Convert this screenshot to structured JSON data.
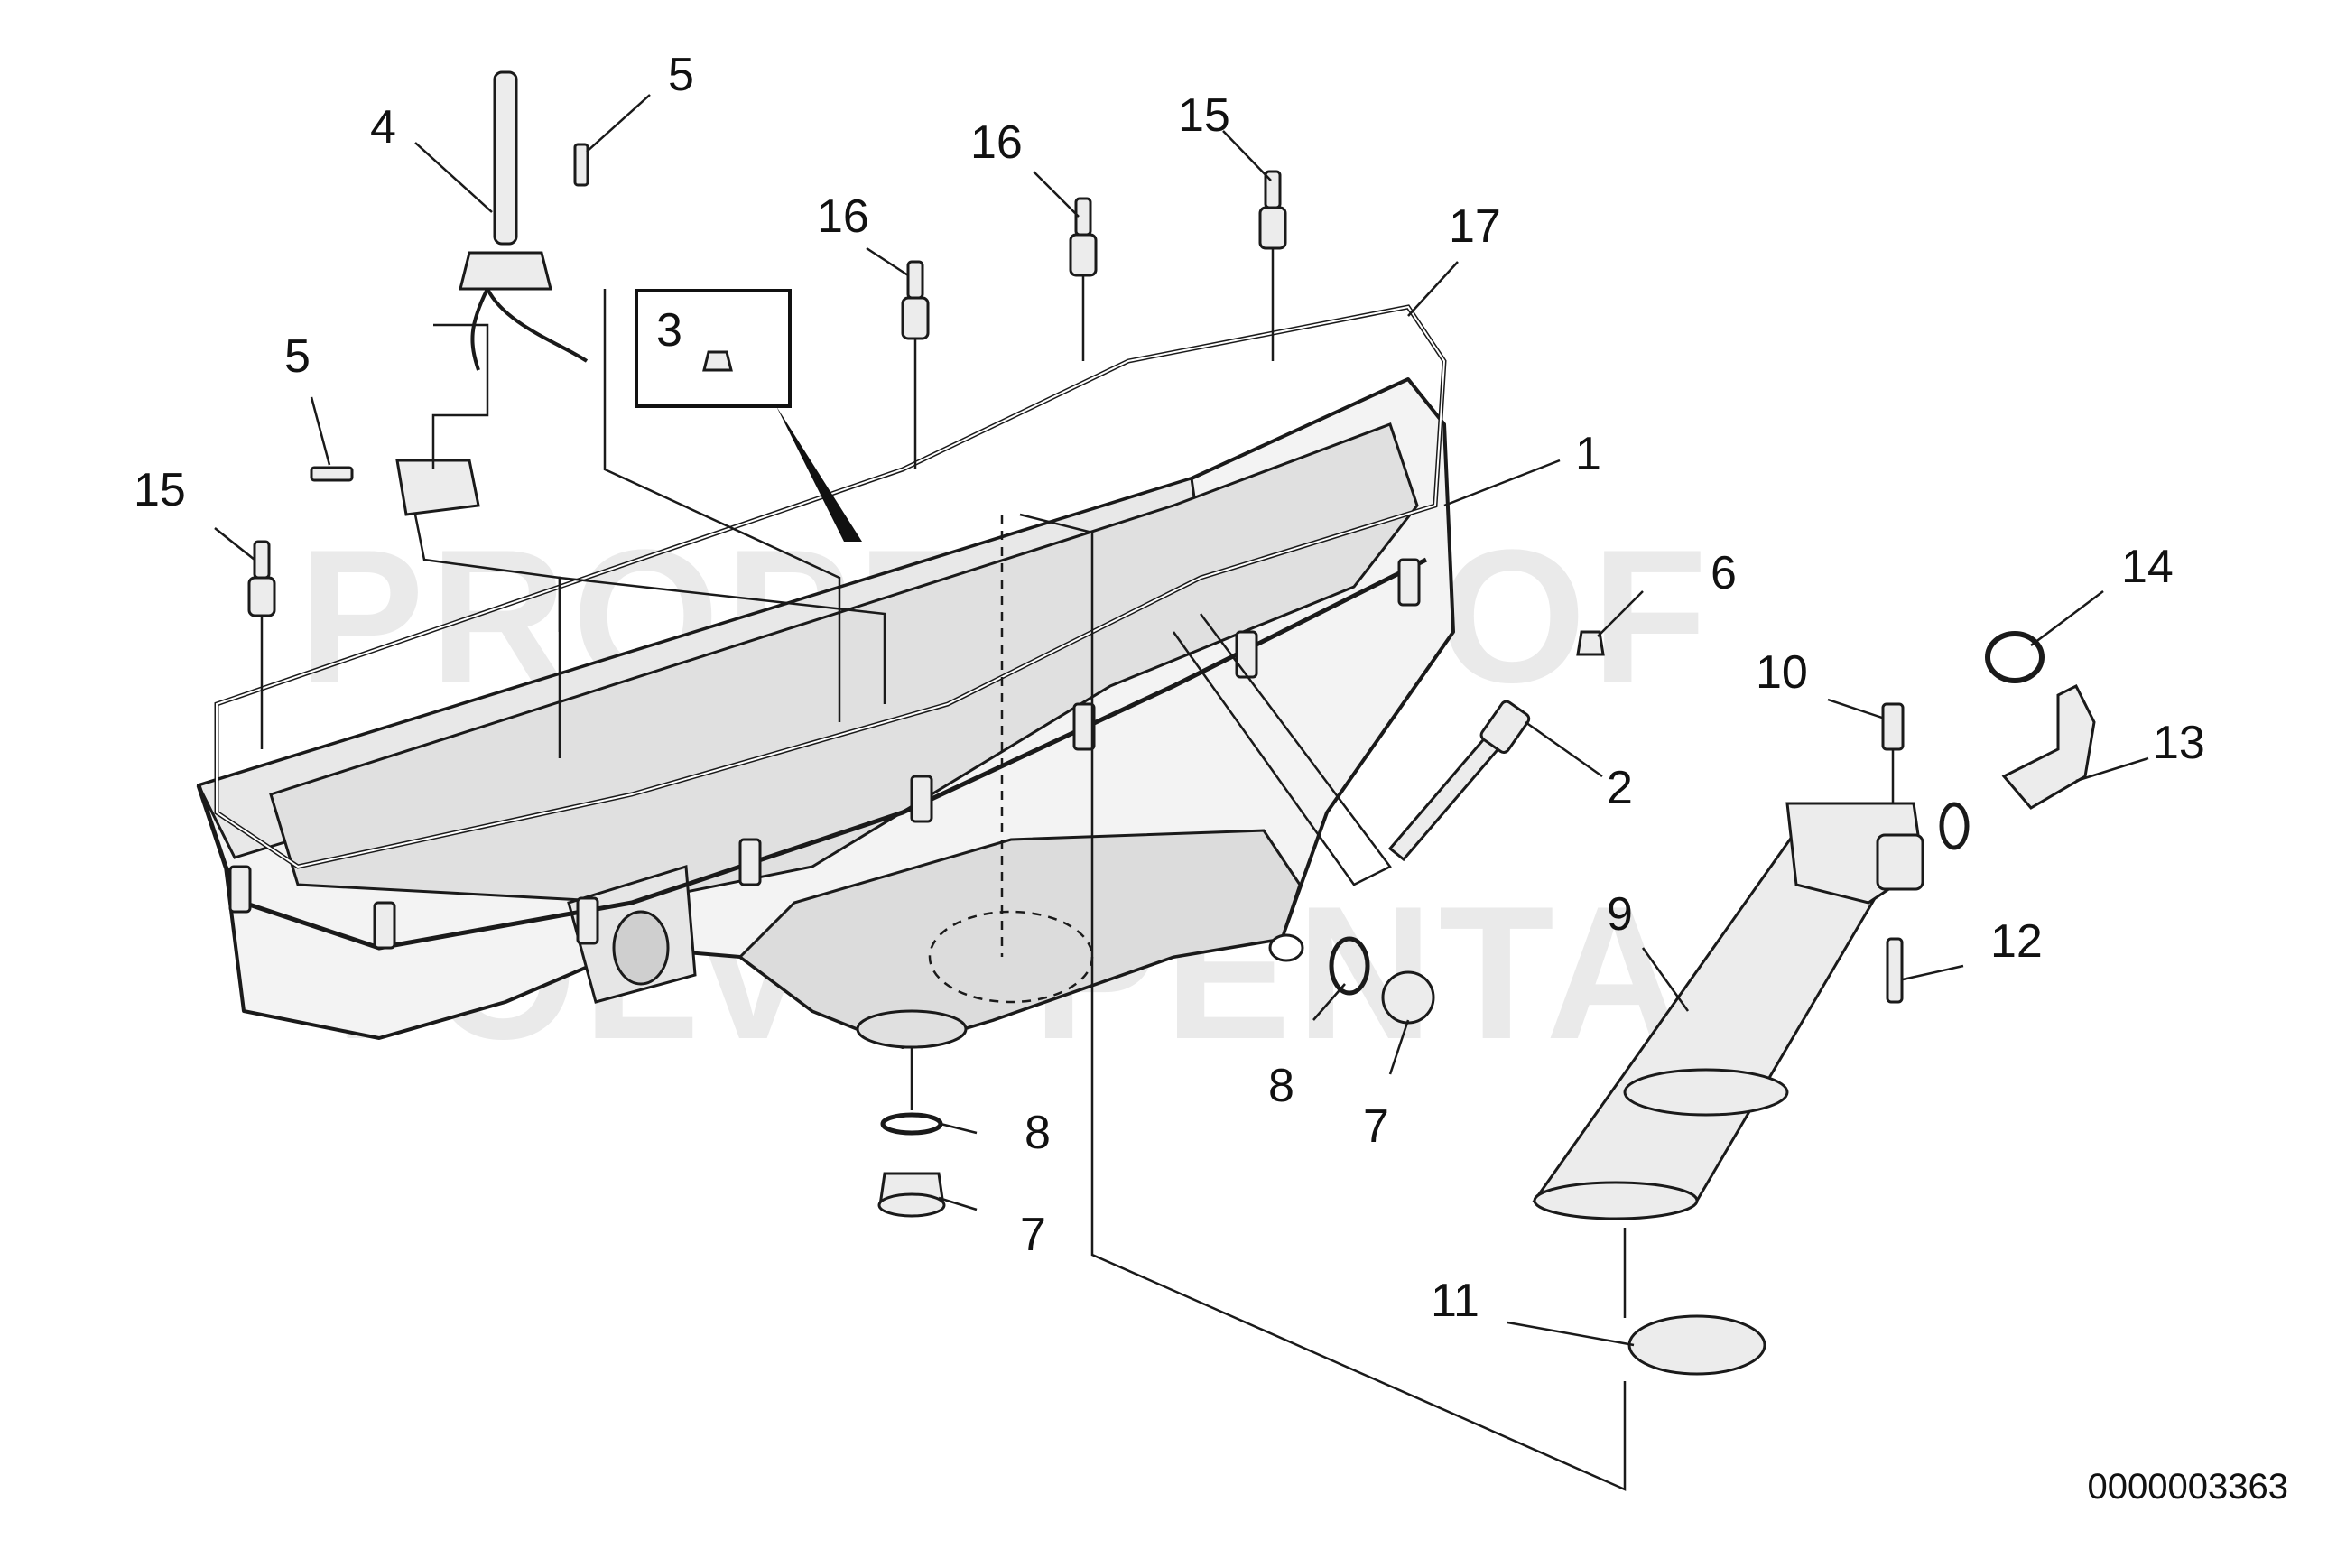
{
  "diagram": {
    "watermark_line1": "PROPERTY OF",
    "watermark_line2": "VOLVO PENTA",
    "document_number": "0000003363",
    "callouts": [
      {
        "id": "c1",
        "label": "1"
      },
      {
        "id": "c2",
        "label": "2"
      },
      {
        "id": "c3",
        "label": "3"
      },
      {
        "id": "c4",
        "label": "4"
      },
      {
        "id": "c5a",
        "label": "5"
      },
      {
        "id": "c5b",
        "label": "5"
      },
      {
        "id": "c6",
        "label": "6"
      },
      {
        "id": "c7a",
        "label": "7"
      },
      {
        "id": "c7b",
        "label": "7"
      },
      {
        "id": "c8a",
        "label": "8"
      },
      {
        "id": "c8b",
        "label": "8"
      },
      {
        "id": "c9",
        "label": "9"
      },
      {
        "id": "c10",
        "label": "10"
      },
      {
        "id": "c11",
        "label": "11"
      },
      {
        "id": "c12",
        "label": "12"
      },
      {
        "id": "c13",
        "label": "13"
      },
      {
        "id": "c14",
        "label": "14"
      },
      {
        "id": "c15a",
        "label": "15"
      },
      {
        "id": "c15b",
        "label": "15"
      },
      {
        "id": "c16a",
        "label": "16"
      },
      {
        "id": "c16b",
        "label": "16"
      },
      {
        "id": "c17",
        "label": "17"
      }
    ]
  }
}
